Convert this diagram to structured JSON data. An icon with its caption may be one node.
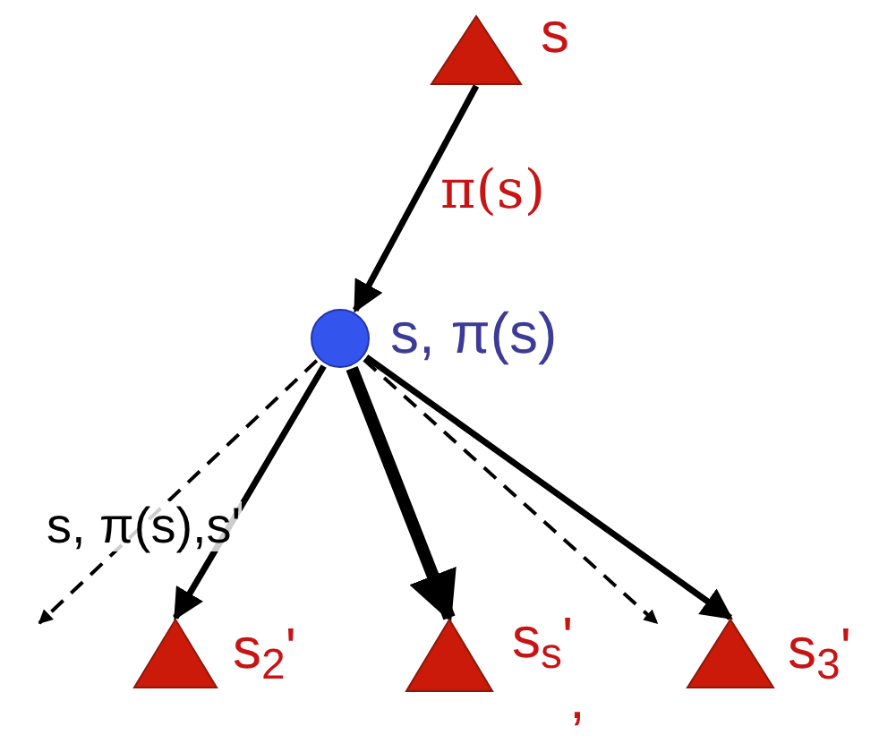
{
  "diagram": {
    "nodes": [
      {
        "text": [],
        "shape": "triangle",
        "beside": [
          "s"
        ]
      },
      {
        "text": [],
        "shape": "circle",
        "beside": [
          "s, π(s)"
        ]
      },
      {
        "text": [],
        "shape": "triangle",
        "beside": [
          "s$_{2}$'"
        ]
      },
      {
        "text": [],
        "shape": "triangle",
        "beside": [
          "s$_{s}$'",
          ","
        ]
      },
      {
        "text": [],
        "shape": "triangle",
        "beside": [
          "s$_{3}$'"
        ]
      }
    ],
    "edges": [
      {
        "from": 0,
        "to": 1,
        "arrow": "to",
        "label": "π(s)"
      },
      {
        "from": 1,
        "to": null,
        "arrow": "to",
        "style": "dashed"
      },
      {
        "from": 1,
        "to": 2,
        "arrow": "to"
      },
      {
        "from": 1,
        "to": 3,
        "arrow": "to",
        "style": "thick"
      },
      {
        "from": 1,
        "to": null,
        "arrow": "to",
        "style": "dashed"
      },
      {
        "from": 1,
        "to": 4,
        "arrow": "to"
      }
    ],
    "labels": [
      "s, π(s),s'"
    ]
  }
}
